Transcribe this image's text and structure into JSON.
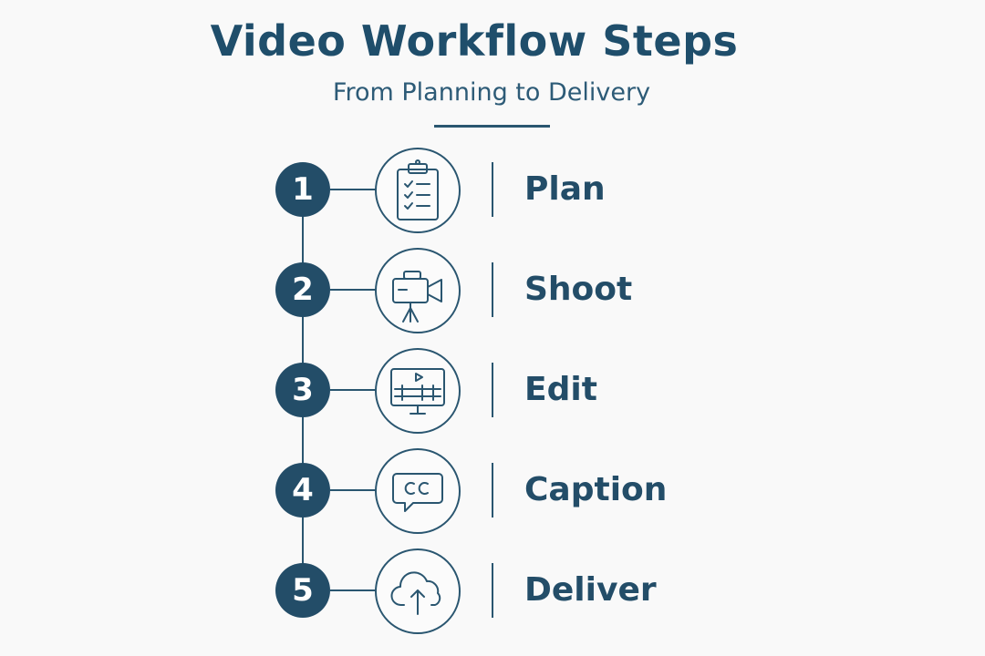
{
  "header": {
    "title": "Video Workflow Steps",
    "subtitle": "From Planning to Delivery"
  },
  "steps": [
    {
      "number": "1",
      "label": "Plan",
      "icon": "clipboard-checklist-icon"
    },
    {
      "number": "2",
      "label": "Shoot",
      "icon": "video-camera-tripod-icon"
    },
    {
      "number": "3",
      "label": "Edit",
      "icon": "monitor-timeline-icon"
    },
    {
      "number": "4",
      "label": "Caption",
      "icon": "closed-caption-bubble-icon"
    },
    {
      "number": "5",
      "label": "Deliver",
      "icon": "cloud-upload-icon"
    }
  ],
  "colors": {
    "primary": "#234d68",
    "background": "#f9f9f9",
    "badge_text": "#ffffff"
  }
}
